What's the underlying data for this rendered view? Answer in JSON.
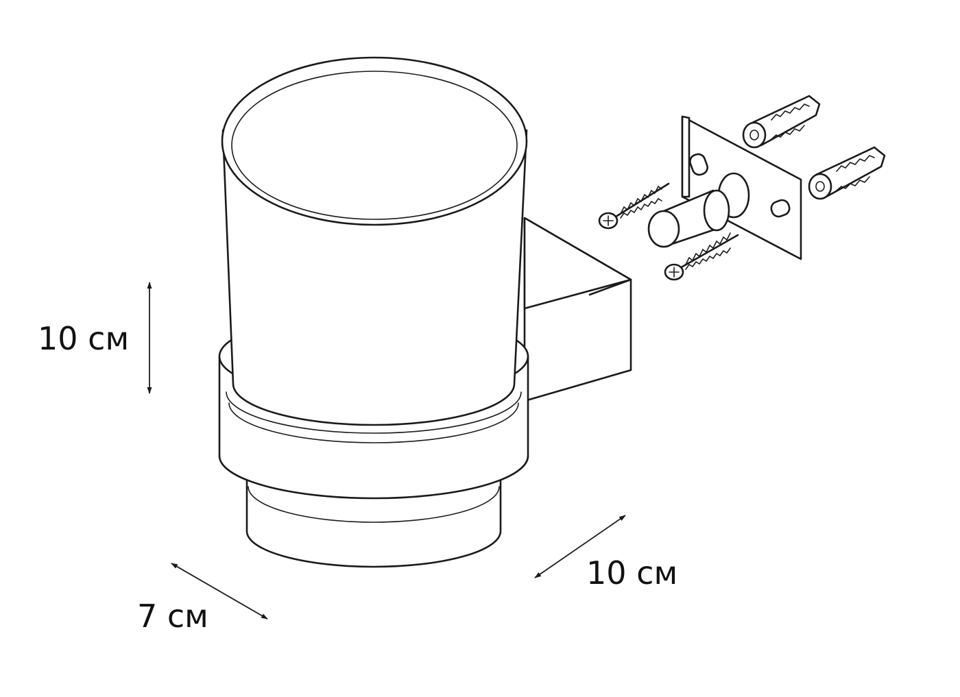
{
  "dimensions": {
    "height_label": "10 см",
    "depth_label": "10 см",
    "width_label": "7 см"
  },
  "colors": {
    "line": "#1a1a1a",
    "background": "#ffffff"
  }
}
